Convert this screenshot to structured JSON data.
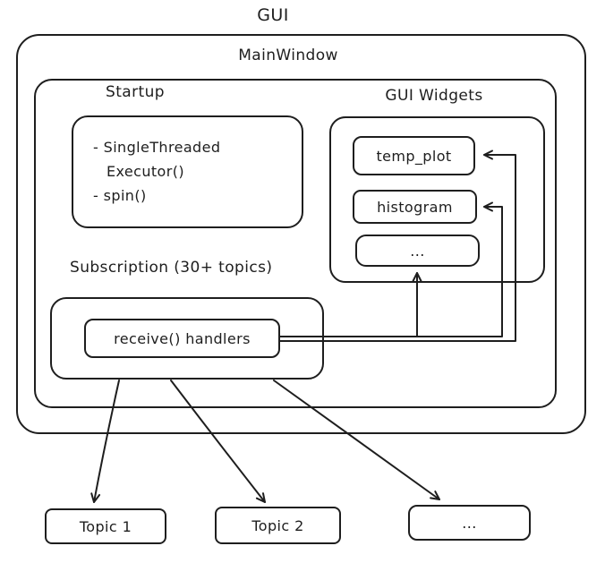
{
  "colors": {
    "stroke": "#1e1e1e",
    "background": "#ffffff"
  },
  "diagram": {
    "title": "GUI",
    "main_window": {
      "label": "MainWindow"
    },
    "startup": {
      "label": "Startup",
      "lines": [
        "- SingleThreaded",
        "Executor()",
        "- spin()"
      ]
    },
    "gui_widgets": {
      "label": "GUI Widgets",
      "boxes": [
        "temp_plot",
        "histogram",
        "..."
      ]
    },
    "subscription": {
      "label": "Subscription (30+ topics)",
      "handler": "receive() handlers"
    },
    "topics": [
      "Topic 1",
      "Topic 2",
      "..."
    ]
  }
}
